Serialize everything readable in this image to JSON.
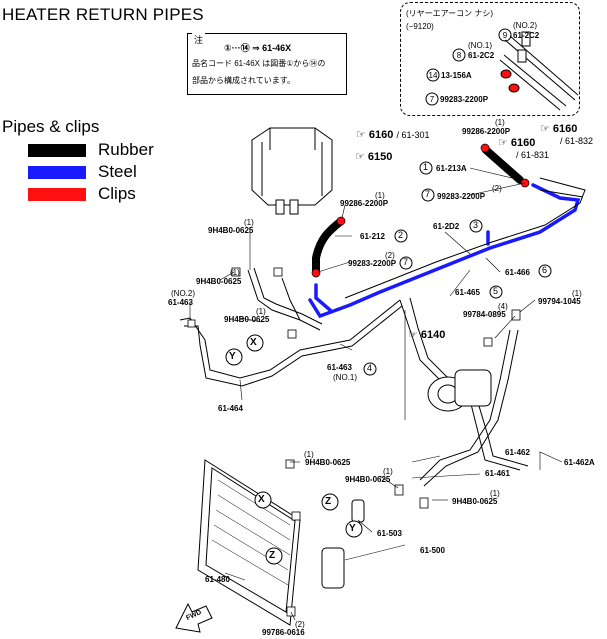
{
  "title": "HEATER RETURN PIPES",
  "legend": {
    "title": "Pipes & clips",
    "items": [
      {
        "label": "Rubber",
        "color": "#000000"
      },
      {
        "label": "Steel",
        "color": "#1a1aff"
      },
      {
        "label": "Clips",
        "color": "#ff1010"
      }
    ]
  },
  "note": {
    "head": "注",
    "line1": "①···⑭ ⇒ 61-46X",
    "line2": "品名コード 61-46X は図番①から⑭の",
    "line3": "部品から構成されています。"
  },
  "inset": {
    "line1": "(リヤーエアーコン ナシ)",
    "line2": "(−9120)",
    "parts": [
      {
        "code": "61-2C2",
        "qty": "(NO.2)",
        "index": "9"
      },
      {
        "code": "61-2C2",
        "qty": "(NO.1)",
        "index": "8"
      },
      {
        "code": "13-156A",
        "qty": "",
        "index": "14"
      },
      {
        "code": "99283-2200P",
        "qty": "",
        "index": "7"
      }
    ]
  },
  "refs": [
    {
      "text": "6160",
      "sub": "/ 61-301"
    },
    {
      "text": "6150",
      "sub": ""
    },
    {
      "text": "6160",
      "sub": "/ 61-832"
    },
    {
      "text": "6160",
      "sub": "/ 61-831"
    },
    {
      "text": "6140",
      "sub": ""
    }
  ],
  "labels": {
    "l_61_213a": "61-213A",
    "l_99286_top": "99286-2200P",
    "l_99286_top_qty": "(1)",
    "l_99283_mid": "99283-2200P",
    "l_99283_mid_qty": "(2)",
    "l_99286_mid": "99286-2200P",
    "l_99286_mid_qty": "(1)",
    "l_61_212": "61-212",
    "l_99283_low": "99283-2200P",
    "l_99283_low_qty": "(2)",
    "l_61_2d2": "61-2D2",
    "l_61_466": "61-466",
    "l_61_465": "61-465",
    "l_9h4b0_a": "9H4B0-0625",
    "l_9h4b0_a_qty": "(1)",
    "l_9h4b0_b": "9H4B0-0625",
    "l_9h4b0_b_qty": "(1)",
    "l_9h4b0_c": "9H4B0-0625",
    "l_9h4b0_c_qty": "(1)",
    "l_61_463_no2": "61-463",
    "l_61_463_no2_qty": "(NO.2)",
    "l_61_463_no1": "61-463",
    "l_61_463_no1_qty": "(NO.1)",
    "l_61_464": "61-464",
    "l_99794": "99794-1045",
    "l_99794_qty": "(1)",
    "l_99784": "99784-0895",
    "l_99784_qty": "(4)",
    "l_61_462": "61-462",
    "l_61_461": "61-461",
    "l_61_462a": "61-462A",
    "l_9h4b0_d": "9H4B0-0625",
    "l_9h4b0_d_qty": "(1)",
    "l_9h4b0_e": "9H4B0-0625",
    "l_9h4b0_e_qty": "(1)",
    "l_9h4b0_f": "9H4B0-0625",
    "l_9h4b0_f_qty": "(1)",
    "l_61_503": "61-503",
    "l_61_500": "61-500",
    "l_61_480": "61-480",
    "l_99786": "99786-0616",
    "l_99786_qty": "(2)",
    "n1": "1",
    "n2": "2",
    "n3": "3",
    "n4": "4",
    "n5": "5",
    "n6": "6",
    "n7a": "7",
    "n7b": "7",
    "x1": "X",
    "y1": "Y",
    "x2": "X",
    "z1": "Z",
    "z2": "Z",
    "y2": "Y",
    "fwd": "FWD"
  }
}
